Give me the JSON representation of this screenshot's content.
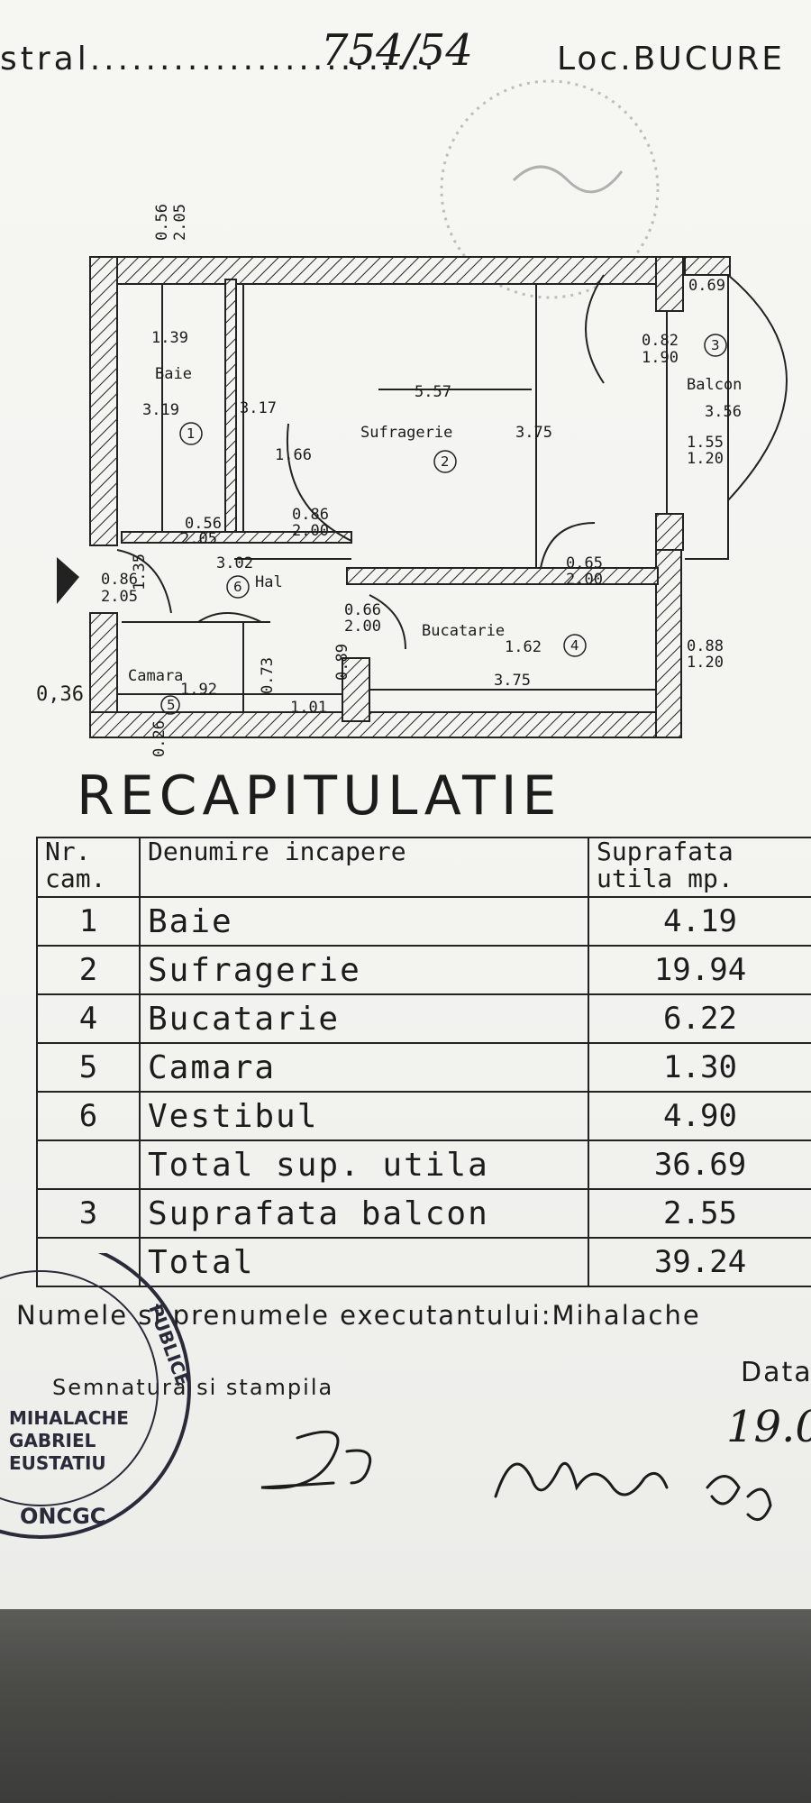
{
  "header": {
    "cadastral_label": "stral.........................",
    "cadastral_number": "754/54",
    "locality": "Loc.BUCURE"
  },
  "plan": {
    "dimensions": [
      "0.56",
      "2.05",
      "0.69",
      "1.39",
      "0.82",
      "1.90",
      "Baie",
      "5.57",
      "3.19",
      "3.17",
      "Sufragerie",
      "3.75",
      "3.56",
      "1.55",
      "1.20",
      "1.66",
      "0.86",
      "2.00",
      "0.56",
      "2.05",
      "3.02",
      "0.86",
      "2.05",
      "Hal",
      "0.65",
      "2.00",
      "1.35",
      "0.66",
      "2.00",
      "Bucatarie",
      "1.62",
      "0.88",
      "1.20",
      "Camara",
      "1.92",
      "0.73",
      "0.89",
      "3.75",
      "0,36",
      "1.01",
      "0.26"
    ],
    "balcony_label": "Balcon",
    "room_markers": [
      "1",
      "2",
      "3",
      "4",
      "5",
      "6"
    ]
  },
  "recap": {
    "title": "RECAPITULATIE",
    "col_nr": "Nr. cam.",
    "col_name": "Denumire incapere",
    "col_area": "Suprafata utila mp.",
    "rows": [
      {
        "nr": "1",
        "name": "Baie",
        "area": "4.19"
      },
      {
        "nr": "2",
        "name": "Sufragerie",
        "area": "19.94"
      },
      {
        "nr": "4",
        "name": "Bucatarie",
        "area": "6.22"
      },
      {
        "nr": "5",
        "name": "Camara",
        "area": "1.30"
      },
      {
        "nr": "6",
        "name": "Vestibul",
        "area": "4.90"
      }
    ],
    "total_util_label": "Total sup. utila",
    "total_util_value": "36.69",
    "balcony_nr": "3",
    "balcony_label": "Suprafata balcon",
    "balcony_value": "2.55",
    "total_label": "Total",
    "total_value": "39.24"
  },
  "footer": {
    "executant_label": "Numele si prenumele executantului:Mihalache",
    "signature_label": "Semnatura si stampila",
    "date_label": "Data",
    "date_value": "19.0",
    "stamp_text": "MIHALACHE GABRIEL EUSTATIU ONCGC PUBLICE"
  },
  "colors": {
    "ink": "#1c1c1c",
    "paper": "#f4f4f1",
    "desk": "#4a4a47"
  }
}
